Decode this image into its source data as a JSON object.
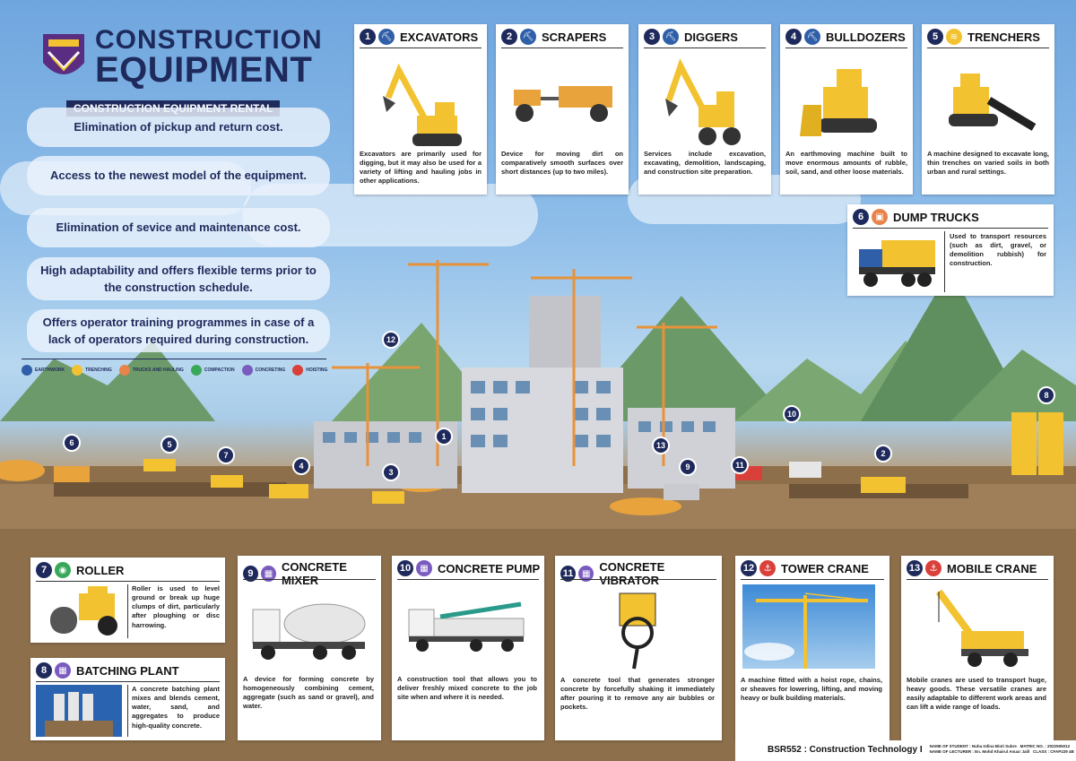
{
  "header": {
    "title_line1": "CONSTRUCTION",
    "title_line2": "EQUIPMENT",
    "subtitle": "CONSTRUCTION EQUIPMENT RENTAL"
  },
  "benefits": [
    "Elimination of pickup and return cost.",
    "Access to the newest model of the equipment.",
    "Elimination of sevice and maintenance cost.",
    "High adaptability and offers flexible terms prior to the construction schedule.",
    "Offers operator training programmes in case of a lack of operators required during construction."
  ],
  "legend": [
    {
      "label": "EARTHWORK",
      "color": "#2f5fa8"
    },
    {
      "label": "TRENCHING",
      "color": "#f2c230"
    },
    {
      "label": "TRUCKS AND HAULING",
      "color": "#e8834a"
    },
    {
      "label": "COMPACTION",
      "color": "#3aa85a"
    },
    {
      "label": "CONCRETING",
      "color": "#7a5bbf"
    },
    {
      "label": "HOISTING",
      "color": "#d9403a"
    }
  ],
  "colors": {
    "navy": "#1f2a5c",
    "earthwork": "#2f5fa8",
    "trenching": "#f2c230",
    "trucks": "#e8834a",
    "compaction": "#3aa85a",
    "concreting": "#7a5bbf",
    "hoisting": "#d9403a"
  },
  "cards": {
    "excavators": {
      "num": "1",
      "title": "EXCAVATORS",
      "desc": "Excavators are primarily used for digging, but it may also be used for a variety of lifting and hauling jobs in other applications."
    },
    "scrapers": {
      "num": "2",
      "title": "SCRAPERS",
      "desc": "Device for moving dirt on comparatively smooth surfaces over short distances (up to two miles)."
    },
    "diggers": {
      "num": "3",
      "title": "DIGGERS",
      "desc": "Services include excavation, excavating, demolition, landscaping, and construction site preparation."
    },
    "bulldozers": {
      "num": "4",
      "title": "BULLDOZERS",
      "desc": "An earthmoving machine built to move enormous amounts of rubble, soil, sand, and other loose materials."
    },
    "trenchers": {
      "num": "5",
      "title": "TRENCHERS",
      "desc": "A machine designed to excavate long, thin trenches on varied soils in both urban and rural settings."
    },
    "dump_trucks": {
      "num": "6",
      "title": "DUMP TRUCKS",
      "desc": "Used to transport resources (such as dirt, gravel, or demolition rubbish) for construction."
    },
    "roller": {
      "num": "7",
      "title": "ROLLER",
      "desc": "Roller is used to level ground or break up huge clumps of dirt, particularly after ploughing or disc harrowing."
    },
    "batching_plant": {
      "num": "8",
      "title": "BATCHING PLANT",
      "desc": "A concrete batching plant mixes and blends cement, water, sand, and aggregates to produce high-quality concrete."
    },
    "concrete_mixer": {
      "num": "9",
      "title": "CONCRETE MIXER",
      "desc": "A device for forming concrete by homogeneously combining cement, aggregate (such as sand or gravel), and water."
    },
    "concrete_pump": {
      "num": "10",
      "title": "CONCRETE PUMP",
      "desc": "A construction tool that allows you to deliver freshly mixed concrete to the job site when and where it is needed."
    },
    "concrete_vibrator": {
      "num": "11",
      "title": "CONCRETE VIBRATOR",
      "desc": "A concrete tool that generates stronger concrete by forcefully shaking it immediately after pouring it to remove any air bubbles or pockets."
    },
    "tower_crane": {
      "num": "12",
      "title": "TOWER CRANE",
      "desc": "A machine fitted with a hoist rope, chains, or sheaves for lowering, lifting, and moving heavy or bulk building materials."
    },
    "mobile_crane": {
      "num": "13",
      "title": "MOBILE CRANE",
      "desc": "Mobile cranes are used to transport huge, heavy goods. These versatile cranes are easily adaptable to different work areas and can lift a wide range of loads."
    }
  },
  "map_pins": [
    "1",
    "2",
    "3",
    "4",
    "5",
    "6",
    "7",
    "8",
    "9",
    "10",
    "11",
    "12",
    "13"
  ],
  "footer": {
    "course": "BSR552 : Construction Technology I",
    "student_label": "NAME OF STUDENT : Nuha Irdina Binti Subre",
    "matric": "MATRIC NO. : 2022505012",
    "lecturer_label": "NAME OF LECTURER : En. Mohd Khairul Anuar Jalil",
    "class": "CLASS : CFAP229 4B"
  }
}
